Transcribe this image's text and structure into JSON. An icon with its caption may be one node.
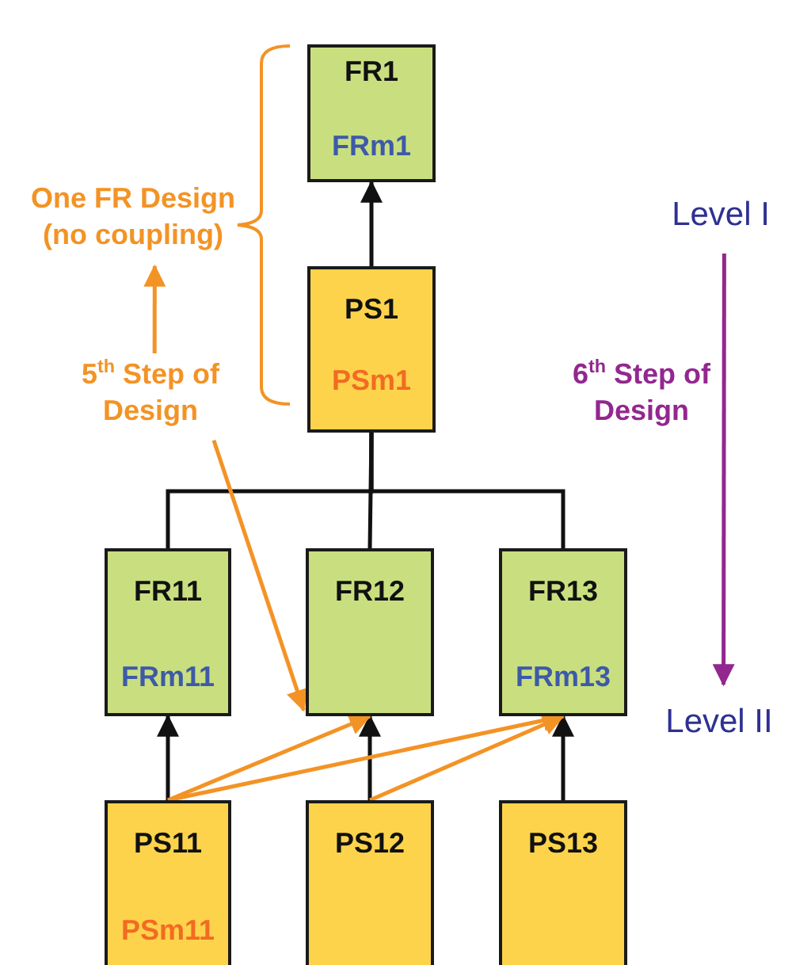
{
  "diagram": {
    "nodes": [
      {
        "text": [
          "FR1",
          "FRm1"
        ]
      },
      {
        "text": [
          "PS1",
          "PSm1"
        ]
      },
      {
        "text": [
          "FR11",
          "FRm11"
        ]
      },
      {
        "text": [
          "FR12"
        ]
      },
      {
        "text": [
          "FR13",
          "FRm13"
        ]
      },
      {
        "text": [
          "PS11",
          "PSm11"
        ]
      },
      {
        "text": [
          "PS12"
        ]
      },
      {
        "text": [
          "PS13"
        ]
      },
      {
        "text": [
          "One FR Design (no coupling)"
        ]
      },
      {
        "text": [
          "5$^{th}$ Step of Design"
        ]
      },
      {
        "text": [
          "Level I"
        ]
      },
      {
        "text": [
          "Level II"
        ]
      }
    ],
    "edges": [
      {
        "from": 1,
        "to": 0,
        "arrow": "to"
      },
      {
        "from": 1,
        "to": 2,
        "arrow": "none"
      },
      {
        "from": 1,
        "to": 3,
        "arrow": "none"
      },
      {
        "from": 1,
        "to": 4,
        "arrow": "none"
      },
      {
        "from": 5,
        "to": 2,
        "arrow": "to"
      },
      {
        "from": 6,
        "to": 3,
        "arrow": "to"
      },
      {
        "from": 7,
        "to": 4,
        "arrow": "to"
      },
      {
        "from": 5,
        "to": 3,
        "arrow": "to",
        "color": "#f39325"
      },
      {
        "from": 5,
        "to": 4,
        "arrow": "to",
        "color": "#f39325"
      },
      {
        "from": 6,
        "to": 4,
        "arrow": "to",
        "color": "#f39325"
      },
      {
        "from": 9,
        "to": 8,
        "arrow": "to",
        "color": "#f39325"
      },
      {
        "from": 9,
        "to": 3,
        "arrow": "to",
        "color": "#f39325"
      },
      {
        "from": 10,
        "to": 11,
        "arrow": "to",
        "color": "#93278f"
      }
    ],
    "labels": [
      "6$^{th}$ Step of Design"
    ]
  }
}
